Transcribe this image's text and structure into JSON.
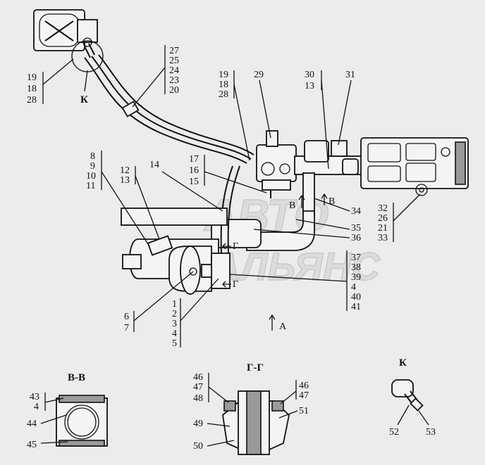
{
  "watermark": [
    "АВТО",
    "АЛЬЯНС"
  ],
  "callouts": [
    {
      "id": "c-19-18-28-left",
      "numbers": [
        "19",
        "18",
        "28"
      ]
    },
    {
      "id": "c-k",
      "numbers": [
        "К"
      ]
    },
    {
      "id": "c-27-20",
      "numbers": [
        "27",
        "25",
        "24",
        "23",
        "20"
      ]
    },
    {
      "id": "c-19-18-28-mid",
      "numbers": [
        "19",
        "18",
        "28"
      ]
    },
    {
      "id": "c-29",
      "numbers": [
        "29"
      ]
    },
    {
      "id": "c-30-13",
      "numbers": [
        "30",
        "13"
      ]
    },
    {
      "id": "c-31",
      "numbers": [
        "31"
      ]
    },
    {
      "id": "c-8-11",
      "numbers": [
        "8",
        "9",
        "10",
        "11"
      ]
    },
    {
      "id": "c-12-13",
      "numbers": [
        "12",
        "13"
      ]
    },
    {
      "id": "c-14",
      "numbers": [
        "14"
      ]
    },
    {
      "id": "c-17-15",
      "numbers": [
        "17",
        "16",
        "15"
      ]
    },
    {
      "id": "c-b-left",
      "numbers": [
        "В"
      ]
    },
    {
      "id": "c-b-right",
      "numbers": [
        "В"
      ]
    },
    {
      "id": "c-34",
      "numbers": [
        "34"
      ]
    },
    {
      "id": "c-32-33",
      "numbers": [
        "32",
        "26",
        "21",
        "33"
      ]
    },
    {
      "id": "c-35-36",
      "numbers": [
        "35",
        "36"
      ]
    },
    {
      "id": "c-g-top",
      "numbers": [
        "Г"
      ]
    },
    {
      "id": "c-g-bottom",
      "numbers": [
        "Г"
      ]
    },
    {
      "id": "c-37-41",
      "numbers": [
        "37",
        "38",
        "39",
        "4",
        "40",
        "41"
      ]
    },
    {
      "id": "c-6-7",
      "numbers": [
        "6",
        "7"
      ]
    },
    {
      "id": "c-1-5",
      "numbers": [
        "1",
        "2",
        "3",
        "4",
        "5"
      ]
    },
    {
      "id": "c-a",
      "numbers": [
        "А"
      ]
    },
    {
      "id": "c-43-4",
      "numbers": [
        "43",
        "4"
      ]
    },
    {
      "id": "c-44",
      "numbers": [
        "44"
      ]
    },
    {
      "id": "c-45",
      "numbers": [
        "45"
      ]
    },
    {
      "id": "c-46-48",
      "numbers": [
        "46",
        "47",
        "48"
      ]
    },
    {
      "id": "c-46-47",
      "numbers": [
        "46",
        "47"
      ]
    },
    {
      "id": "c-51",
      "numbers": [
        "51"
      ]
    },
    {
      "id": "c-49",
      "numbers": [
        "49"
      ]
    },
    {
      "id": "c-50",
      "numbers": [
        "50"
      ]
    },
    {
      "id": "c-52",
      "numbers": [
        "52"
      ]
    },
    {
      "id": "c-53",
      "numbers": [
        "53"
      ]
    }
  ],
  "section_titles": {
    "bb": "В-В",
    "gg": "Г-Г",
    "k": "К"
  }
}
